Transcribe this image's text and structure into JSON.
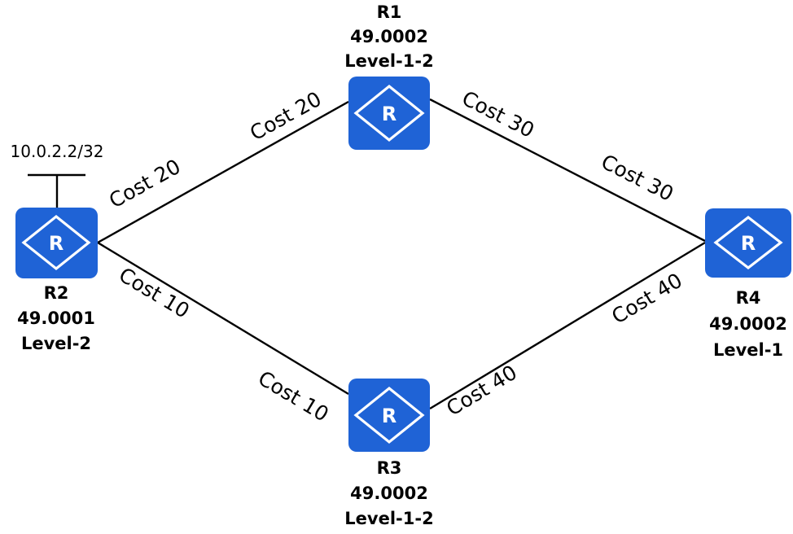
{
  "routers": [
    {
      "id": "r1",
      "name": "R1",
      "area": "49.0002",
      "level": "Level-1-2",
      "icon_letter": "R",
      "icon": "router-icon"
    },
    {
      "id": "r2",
      "name": "R2",
      "area": "49.0001",
      "level": "Level-2",
      "icon_letter": "R",
      "icon": "router-icon"
    },
    {
      "id": "r3",
      "name": "R3",
      "area": "49.0002",
      "level": "Level-1-2",
      "icon_letter": "R",
      "icon": "router-icon"
    },
    {
      "id": "r4",
      "name": "R4",
      "area": "49.0002",
      "level": "Level-1",
      "icon_letter": "R",
      "icon": "router-icon"
    }
  ],
  "links": [
    {
      "id": "r2-r1",
      "from": "R2",
      "to": "R1",
      "cost_from": "Cost 20",
      "cost_to": "Cost 20"
    },
    {
      "id": "r1-r4",
      "from": "R1",
      "to": "R4",
      "cost_from": "Cost 30",
      "cost_to": "Cost 30"
    },
    {
      "id": "r2-r3",
      "from": "R2",
      "to": "R3",
      "cost_from": "Cost 10",
      "cost_to": "Cost 10"
    },
    {
      "id": "r3-r4",
      "from": "R3",
      "to": "R4",
      "cost_from": "Cost 40",
      "cost_to": "Cost 40"
    }
  ],
  "prefix": {
    "router": "R2",
    "label": "10.0.2.2/32"
  },
  "colors": {
    "router": "#1f63d6",
    "line": "#000000",
    "background": "#ffffff"
  }
}
